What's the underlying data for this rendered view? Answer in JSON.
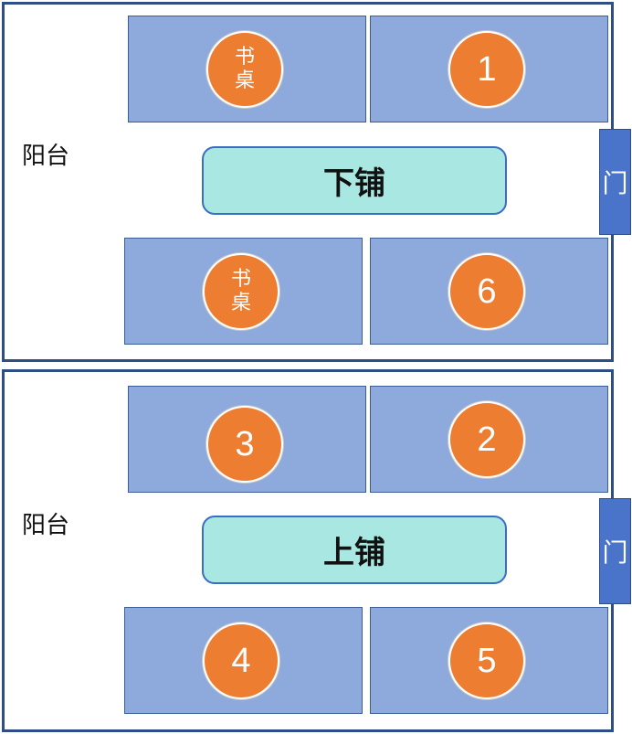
{
  "top_room": {
    "balcony_label": "阳台",
    "bunk_label": "下铺",
    "door_label": "门",
    "seats": {
      "top_left": "书\n桌",
      "top_right": "1",
      "bottom_left": "书\n桌",
      "bottom_right": "6"
    }
  },
  "bottom_room": {
    "balcony_label": "阳台",
    "bunk_label": "上铺",
    "door_label": "门",
    "seats": {
      "top_left": "3",
      "top_right": "2",
      "bottom_left": "4",
      "bottom_right": "5"
    }
  },
  "colors": {
    "desk": "#8eaadc",
    "seat": "#ed7d31",
    "bunk": "#a9e7e2",
    "door": "#4a74c9",
    "wall": "#2f4e86"
  }
}
